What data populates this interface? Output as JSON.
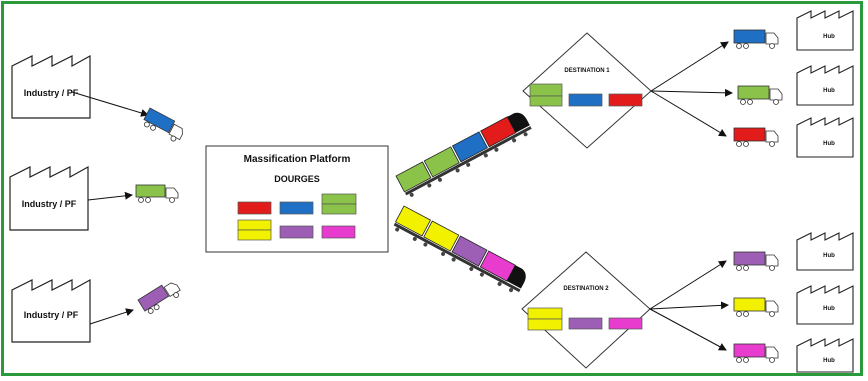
{
  "factories": [
    {
      "label": "Industry / PF"
    },
    {
      "label": "Industry / PF"
    },
    {
      "label": "Industry / PF"
    }
  ],
  "platform": {
    "title": "Massification Platform",
    "subtitle": "DOURGES"
  },
  "destinations": [
    {
      "label": "DESTINATION 1"
    },
    {
      "label": "DESTINATION 2"
    }
  ],
  "hubs": [
    {
      "label": "Hub"
    },
    {
      "label": "Hub"
    },
    {
      "label": "Hub"
    },
    {
      "label": "Hub"
    },
    {
      "label": "Hub"
    },
    {
      "label": "Hub"
    }
  ],
  "colors": {
    "frame": "#2a9a3c",
    "blue": "#1f6fc4",
    "green": "#8bc34a",
    "purple": "#9c5fb5",
    "red": "#e21b1b",
    "yellow": "#f2f200",
    "pink": "#e83ccf"
  },
  "icons": {
    "factory": "factory-icon",
    "truck": "truck-icon",
    "train": "freight-train-icon",
    "container": "container-box-icon"
  }
}
